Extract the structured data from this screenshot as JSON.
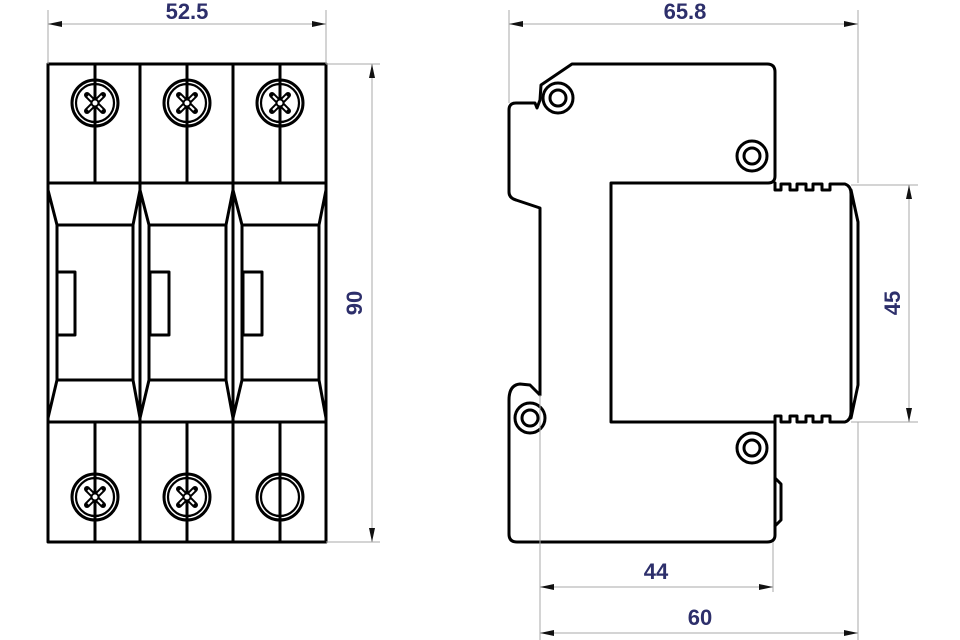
{
  "dimensions": {
    "front_width": "52.5",
    "front_height": "90",
    "side_depth_total": "65.8",
    "side_front_height": "45",
    "side_depth_44": "44",
    "side_depth_60": "60"
  },
  "colors": {
    "dimension_text": "#2d2f6b",
    "outline": "#000000",
    "dimension_line": "#a8a8a8"
  }
}
